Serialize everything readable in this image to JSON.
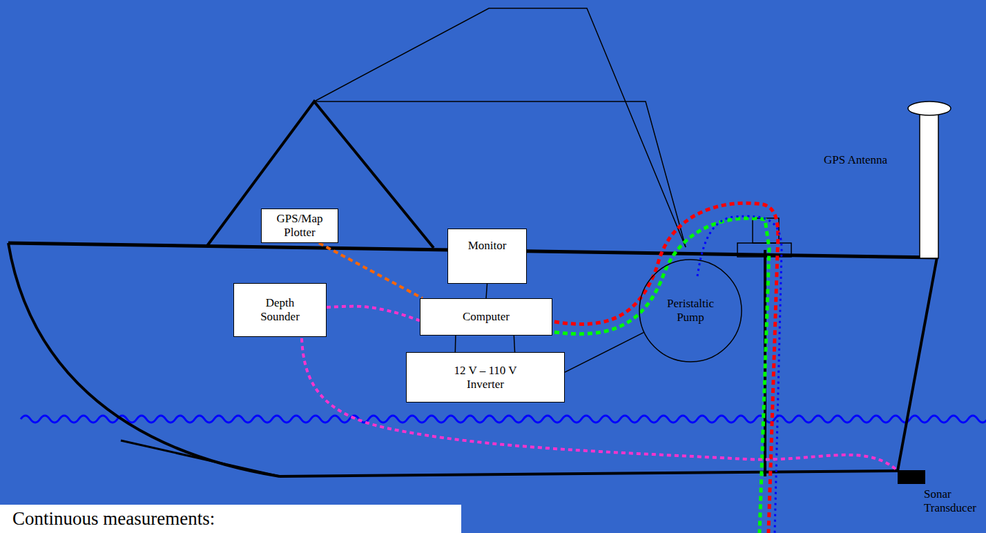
{
  "diagram": {
    "nodes": [
      {
        "text": [
          "GPS/Map Plotter"
        ]
      },
      {
        "text": [
          "Monitor"
        ]
      },
      {
        "text": [
          "Depth Sounder"
        ]
      },
      {
        "text": [
          "Computer"
        ]
      },
      {
        "text": [
          "Peristaltic Pump"
        ]
      },
      {
        "text": [
          "12 V – 110 V Inverter"
        ]
      },
      {
        "text": [
          "Continuous measurements:"
        ]
      }
    ],
    "edges": [
      {
        "from": 0,
        "to": 3,
        "arrow": "none"
      },
      {
        "from": 2,
        "to": 3,
        "arrow": "none"
      },
      {
        "from": 1,
        "to": 3,
        "arrow": "none"
      },
      {
        "from": 3,
        "to": 5,
        "arrow": "none"
      },
      {
        "from": 3,
        "to": 5,
        "arrow": "none"
      },
      {
        "from": 5,
        "to": 4,
        "arrow": "none"
      }
    ],
    "labels": [
      "GPS Antenna",
      "Sonar Transducer"
    ]
  }
}
